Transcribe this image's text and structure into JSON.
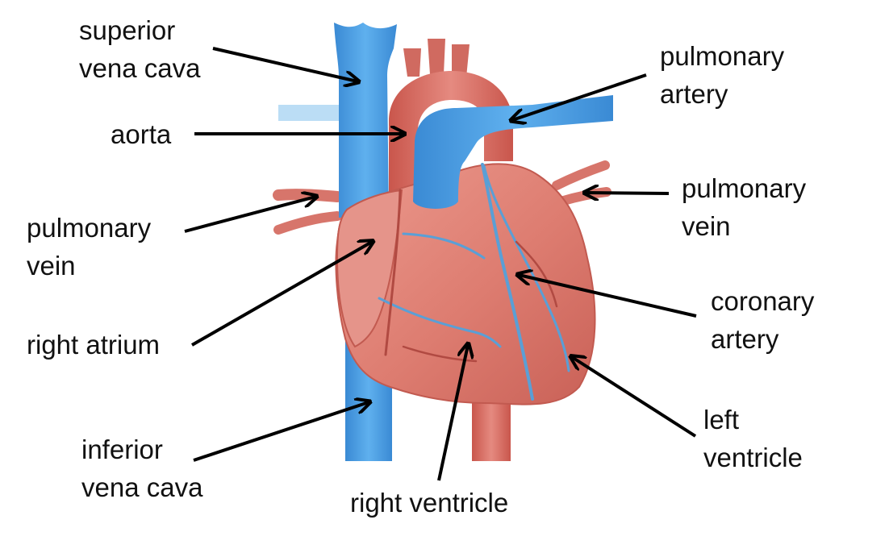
{
  "labels": {
    "superior_vena_cava": [
      "superior",
      "vena cava"
    ],
    "aorta": [
      "aorta"
    ],
    "pulmonary_vein_left": [
      "pulmonary",
      "vein"
    ],
    "right_atrium": [
      "right atrium"
    ],
    "inferior_vena_cava": [
      "inferior",
      "vena cava"
    ],
    "right_ventricle": [
      "right ventricle"
    ],
    "pulmonary_artery": [
      "pulmonary",
      "artery"
    ],
    "pulmonary_vein_right": [
      "pulmonary",
      "vein"
    ],
    "coronary_artery": [
      "coronary",
      "artery"
    ],
    "left_ventricle": [
      "left",
      "ventricle"
    ]
  },
  "colors": {
    "vein_blue": "#4a9fe0",
    "artery_red": "#d9635a",
    "heart_muscle": "#e0847a",
    "arrow": "#000000"
  }
}
